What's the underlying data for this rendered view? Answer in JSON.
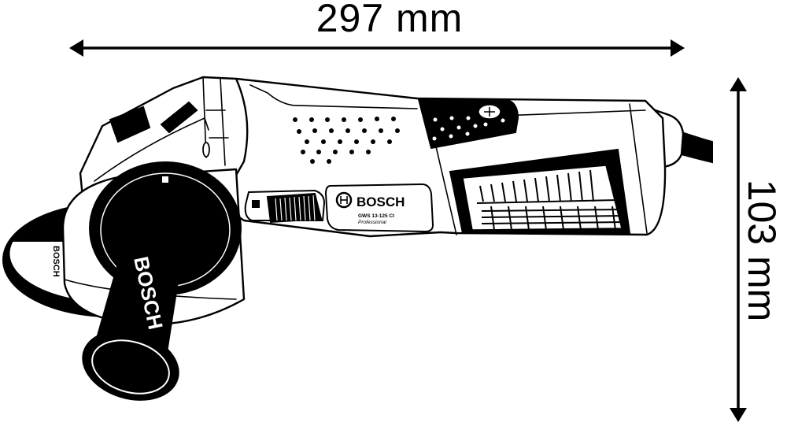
{
  "diagram": {
    "subject": "angle grinder technical dimension drawing",
    "dimensions": {
      "length": {
        "value": 297,
        "unit": "mm",
        "label": "297 mm",
        "orientation": "horizontal"
      },
      "height": {
        "value": 103,
        "unit": "mm",
        "label": "103 mm",
        "orientation": "vertical"
      }
    },
    "nameplate": {
      "brand": "BOSCH",
      "model": "GWS 13-125 CI",
      "line": "Professional"
    },
    "side_handle_text": "BOSCH",
    "disc_label": "BOSCH",
    "colors": {
      "line": "#000000",
      "background": "#ffffff"
    }
  }
}
